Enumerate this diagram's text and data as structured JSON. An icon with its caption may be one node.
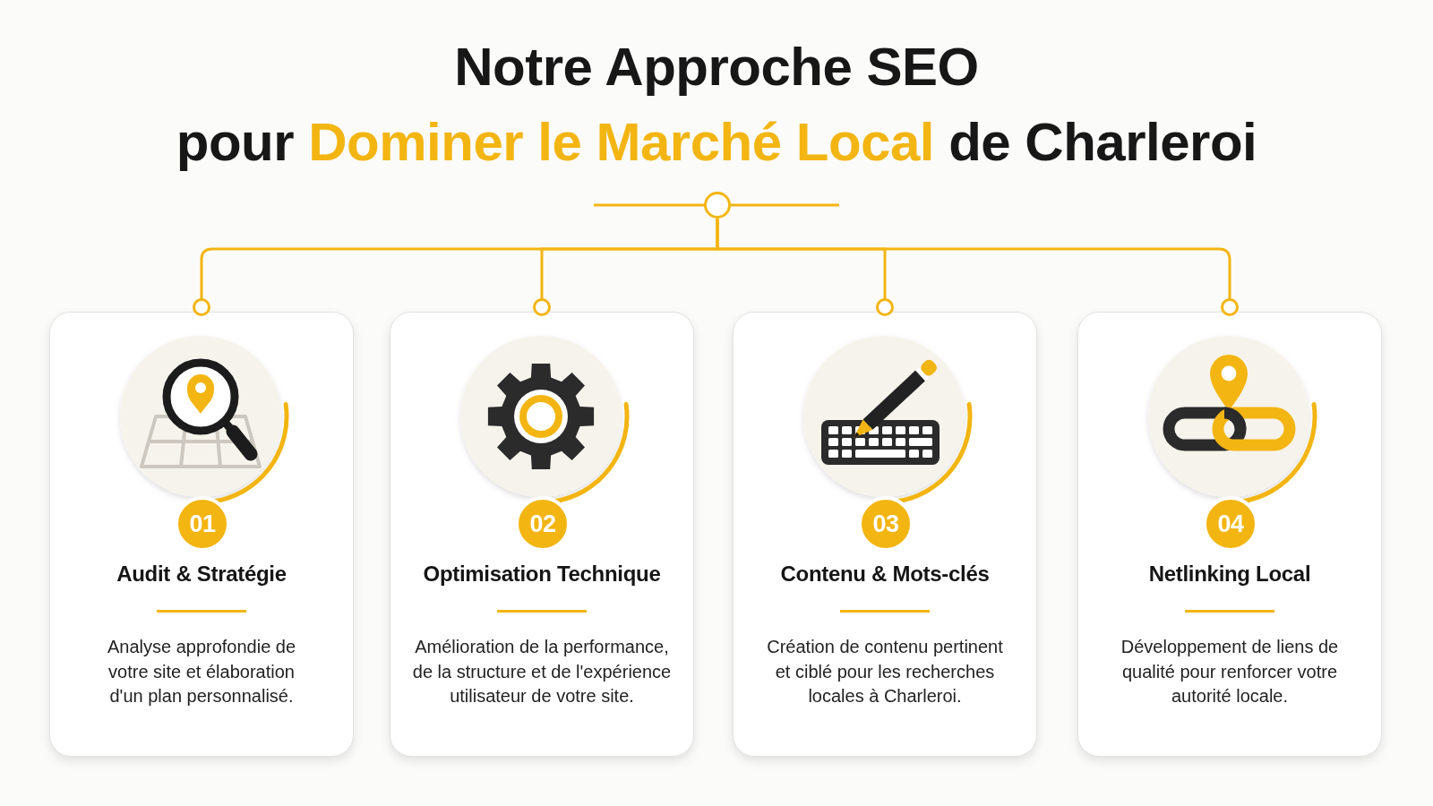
{
  "diagram": {
    "title": "Notre Approche SEO pour **Dominer le Marché Local** de Charleroi",
    "nodes": [
      {
        "text": [],
        "shape": "circle"
      },
      {
        "text": [
          "Audit & Stratégie",
          "Analyse approfondie de votre site et élaboration d'un plan personnalisé."
        ]
      },
      {
        "text": [
          "01"
        ],
        "in": 1
      },
      {
        "text": [
          "Optimisation Technique",
          "Amélioration de la performance, de la structure et de l'expérience utilisateur de votre site."
        ]
      },
      {
        "text": [
          "02"
        ],
        "in": 3
      },
      {
        "text": [
          "Contenu & Mots-clés",
          "Création de contenu pertinent et ciblé pour les recherches locales à Charleroi."
        ]
      },
      {
        "text": [
          "03"
        ],
        "in": 5
      },
      {
        "text": [
          "Netlinking Local",
          "Développement de liens de qualité pour renforcer votre autorité locale."
        ]
      },
      {
        "text": [
          "04"
        ],
        "in": 7
      }
    ],
    "edges": [
      {
        "from": 0,
        "to": 1,
        "arrow": "other"
      },
      {
        "from": 0,
        "to": 3,
        "arrow": "other"
      },
      {
        "from": 0,
        "to": 5,
        "arrow": "other"
      },
      {
        "from": 0,
        "to": 7,
        "arrow": "other"
      }
    ]
  }
}
